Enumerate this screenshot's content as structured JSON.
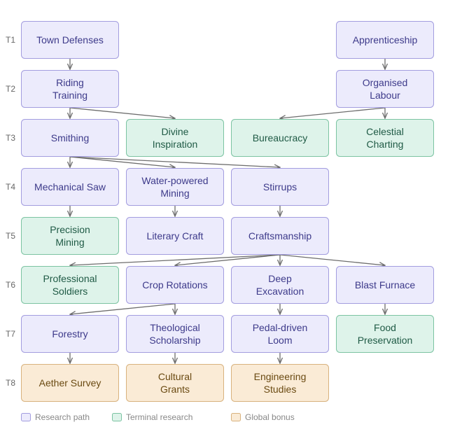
{
  "tiers": [
    "T1",
    "T2",
    "T3",
    "T4",
    "T5",
    "T6",
    "T7",
    "T8"
  ],
  "nodes": [
    {
      "id": "town-defenses",
      "lines": [
        "Town Defenses"
      ],
      "type": "path",
      "tier": 0,
      "col": 0
    },
    {
      "id": "apprenticeship",
      "lines": [
        "Apprenticeship"
      ],
      "type": "path",
      "tier": 0,
      "col": 3
    },
    {
      "id": "riding-training",
      "lines": [
        "Riding",
        "Training"
      ],
      "type": "path",
      "tier": 1,
      "col": 0
    },
    {
      "id": "organised-labour",
      "lines": [
        "Organised",
        "Labour"
      ],
      "type": "path",
      "tier": 1,
      "col": 3
    },
    {
      "id": "smithing",
      "lines": [
        "Smithing"
      ],
      "type": "path",
      "tier": 2,
      "col": 0
    },
    {
      "id": "divine-inspiration",
      "lines": [
        "Divine",
        "Inspiration"
      ],
      "type": "terminal",
      "tier": 2,
      "col": 1
    },
    {
      "id": "bureaucracy",
      "lines": [
        "Bureaucracy"
      ],
      "type": "terminal",
      "tier": 2,
      "col": 2
    },
    {
      "id": "celestial-charting",
      "lines": [
        "Celestial",
        "Charting"
      ],
      "type": "terminal",
      "tier": 2,
      "col": 3
    },
    {
      "id": "mechanical-saw",
      "lines": [
        "Mechanical Saw"
      ],
      "type": "path",
      "tier": 3,
      "col": 0
    },
    {
      "id": "water-powered-mining",
      "lines": [
        "Water-powered",
        "Mining"
      ],
      "type": "path",
      "tier": 3,
      "col": 1
    },
    {
      "id": "stirrups",
      "lines": [
        "Stirrups"
      ],
      "type": "path",
      "tier": 3,
      "col": 2
    },
    {
      "id": "precision-mining",
      "lines": [
        "Precision",
        "Mining"
      ],
      "type": "terminal",
      "tier": 4,
      "col": 0
    },
    {
      "id": "literary-craft",
      "lines": [
        "Literary Craft"
      ],
      "type": "path",
      "tier": 4,
      "col": 1
    },
    {
      "id": "craftsmanship",
      "lines": [
        "Craftsmanship"
      ],
      "type": "path",
      "tier": 4,
      "col": 2
    },
    {
      "id": "professional-soldiers",
      "lines": [
        "Professional",
        "Soldiers"
      ],
      "type": "terminal",
      "tier": 5,
      "col": 0
    },
    {
      "id": "crop-rotations",
      "lines": [
        "Crop Rotations"
      ],
      "type": "path",
      "tier": 5,
      "col": 1
    },
    {
      "id": "deep-excavation",
      "lines": [
        "Deep",
        "Excavation"
      ],
      "type": "path",
      "tier": 5,
      "col": 2
    },
    {
      "id": "blast-furnace",
      "lines": [
        "Blast Furnace"
      ],
      "type": "path",
      "tier": 5,
      "col": 3
    },
    {
      "id": "forestry",
      "lines": [
        "Forestry"
      ],
      "type": "path",
      "tier": 6,
      "col": 0
    },
    {
      "id": "theological-scholarship",
      "lines": [
        "Theological",
        "Scholarship"
      ],
      "type": "path",
      "tier": 6,
      "col": 1
    },
    {
      "id": "pedal-driven-loom",
      "lines": [
        "Pedal-driven",
        "Loom"
      ],
      "type": "path",
      "tier": 6,
      "col": 2
    },
    {
      "id": "food-preservation",
      "lines": [
        "Food",
        "Preservation"
      ],
      "type": "terminal",
      "tier": 6,
      "col": 3
    },
    {
      "id": "aether-survey",
      "lines": [
        "Aether Survey"
      ],
      "type": "global",
      "tier": 7,
      "col": 0
    },
    {
      "id": "cultural-grants",
      "lines": [
        "Cultural",
        "Grants"
      ],
      "type": "global",
      "tier": 7,
      "col": 1
    },
    {
      "id": "engineering-studies",
      "lines": [
        "Engineering",
        "Studies"
      ],
      "type": "global",
      "tier": 7,
      "col": 2
    }
  ],
  "edges": [
    [
      "town-defenses",
      "riding-training"
    ],
    [
      "apprenticeship",
      "organised-labour"
    ],
    [
      "riding-training",
      "smithing"
    ],
    [
      "riding-training",
      "divine-inspiration"
    ],
    [
      "organised-labour",
      "bureaucracy"
    ],
    [
      "organised-labour",
      "celestial-charting"
    ],
    [
      "smithing",
      "mechanical-saw"
    ],
    [
      "smithing",
      "water-powered-mining"
    ],
    [
      "smithing",
      "stirrups"
    ],
    [
      "mechanical-saw",
      "precision-mining"
    ],
    [
      "water-powered-mining",
      "literary-craft"
    ],
    [
      "stirrups",
      "craftsmanship"
    ],
    [
      "craftsmanship",
      "professional-soldiers"
    ],
    [
      "craftsmanship",
      "crop-rotations"
    ],
    [
      "craftsmanship",
      "deep-excavation"
    ],
    [
      "craftsmanship",
      "blast-furnace"
    ],
    [
      "crop-rotations",
      "forestry"
    ],
    [
      "crop-rotations",
      "theological-scholarship"
    ],
    [
      "deep-excavation",
      "pedal-driven-loom"
    ],
    [
      "blast-furnace",
      "food-preservation"
    ],
    [
      "forestry",
      "aether-survey"
    ],
    [
      "theological-scholarship",
      "cultural-grants"
    ],
    [
      "pedal-driven-loom",
      "engineering-studies"
    ]
  ],
  "legend": [
    {
      "type": "path",
      "label": "Research path"
    },
    {
      "type": "terminal",
      "label": "Terminal research"
    },
    {
      "type": "global",
      "label": "Global bonus"
    }
  ]
}
